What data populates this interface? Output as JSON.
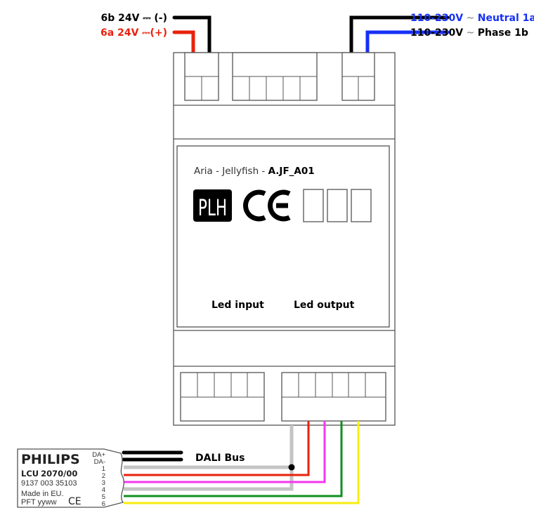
{
  "power": {
    "neg_label": "6b 24V ⎓ (-)",
    "pos_label": "6a 24V ⎓(+)",
    "neutral_prefix": "110-230V",
    "neutral_tilde": " ~ ",
    "neutral_label": "Neutral 1a",
    "phase_prefix": "110-230V",
    "phase_tilde": " ~ ",
    "phase_label": "Phase 1b"
  },
  "device": {
    "name": "Aria - Jellyfish - ",
    "code": "A.JF_A01",
    "plh_logo": "PLH",
    "ce_mark": "CE",
    "led_input": "Led input",
    "led_output": "Led output"
  },
  "philips": {
    "brand": "PHILIPS",
    "model_prefix": "LCU",
    "model": "2070/00",
    "part_no": "9137 003 35103",
    "made_in": "Made in EU.",
    "date_code": "PFT yyww",
    "ce_mark": "CE",
    "pins": [
      "DA+",
      "DA-",
      "1",
      "2",
      "3",
      "4",
      "5",
      "6"
    ]
  },
  "bus": {
    "label": "DALI Bus"
  },
  "colors": {
    "red": "#e8220e",
    "blue": "#1530f5",
    "black": "#000000",
    "gray": "#c4c4c4",
    "pink": "#f536f0",
    "green": "#0f8f1f",
    "yellow": "#f7ec10"
  }
}
